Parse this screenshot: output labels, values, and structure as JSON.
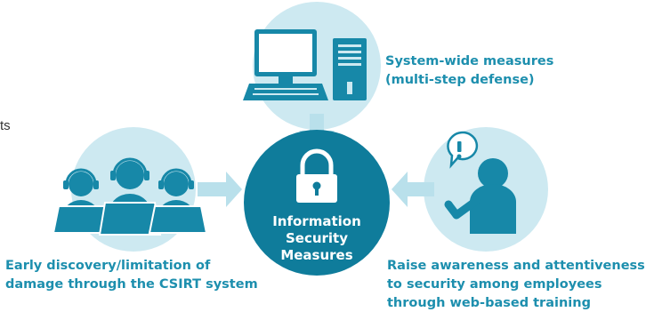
{
  "colors": {
    "light_circle": "#cde9f1",
    "dark_circle": "#0f7c9b",
    "accent_text": "#1d8fae",
    "arrow": "#b9e0eb",
    "icon_blue": "#1788a8"
  },
  "edge_text": "ts",
  "center": {
    "lines": [
      "Information",
      "Security",
      "Measures"
    ],
    "icon": "padlock-icon"
  },
  "top": {
    "lines": [
      "System-wide measures",
      "(multi-step defense)"
    ],
    "icon": "desktop-computer-icon"
  },
  "left": {
    "lines": [
      "Early discovery/limitation of",
      "damage through the CSIRT system"
    ],
    "icon": "operators-headset-icon"
  },
  "right": {
    "lines": [
      "Raise awareness and attentiveness",
      "to security among employees",
      "through web-based training"
    ],
    "icon": "person-alert-icon"
  }
}
